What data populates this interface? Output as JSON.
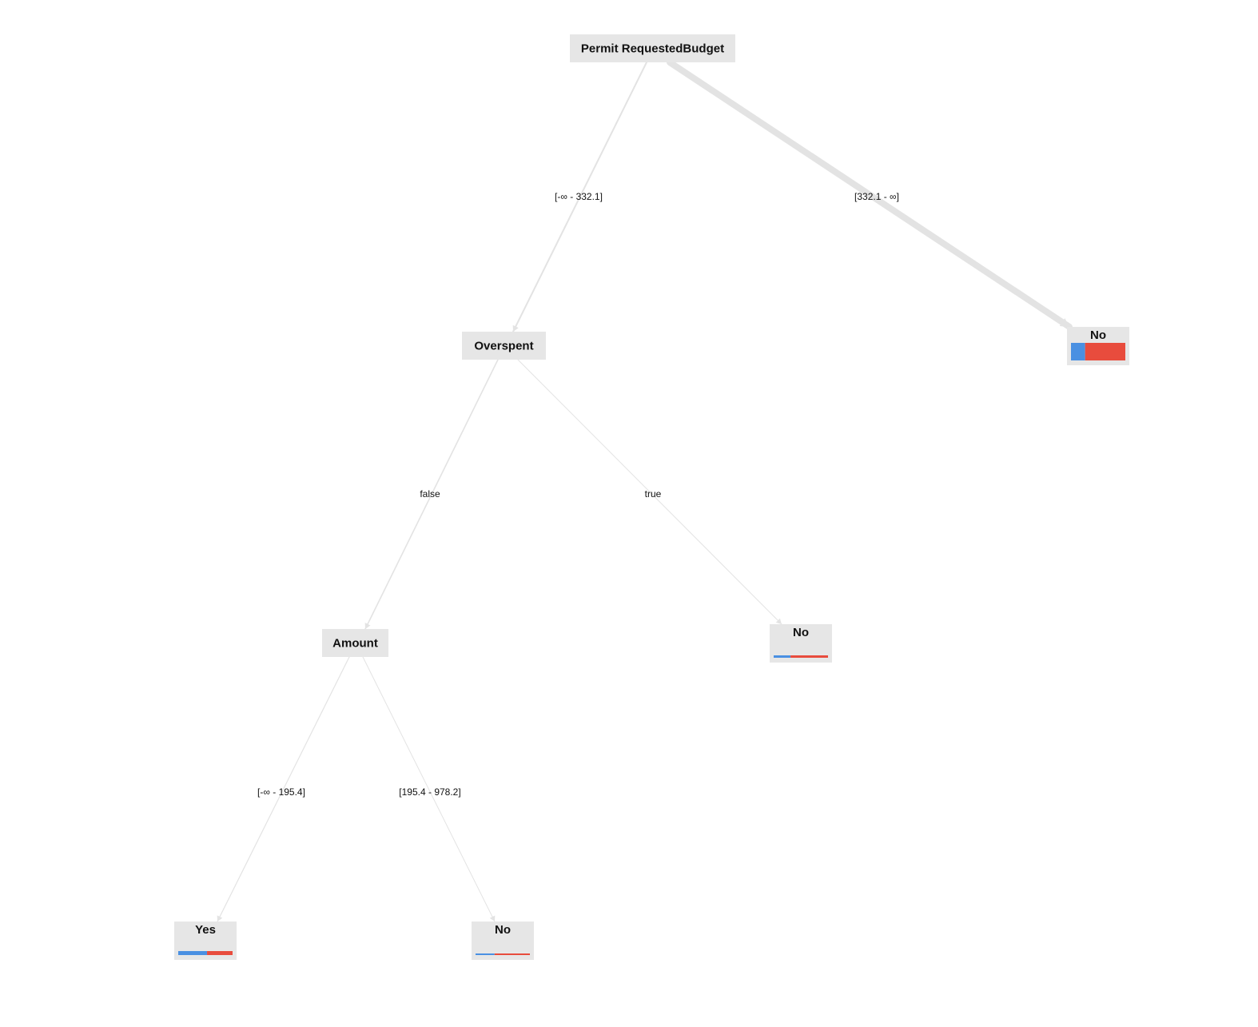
{
  "colors": {
    "node_fill": "#e6e6e6",
    "edge": "#e3e3e3",
    "class_yes": "#4a90e2",
    "class_no": "#e84c3d"
  },
  "nodes": [
    {
      "id": "root",
      "label": "Permit RequestedBudget",
      "kind": "split"
    },
    {
      "id": "overspent",
      "label": "Overspent",
      "kind": "split"
    },
    {
      "id": "leaf_right",
      "label": "No",
      "kind": "leaf",
      "yes_fraction": 0.26
    },
    {
      "id": "amount",
      "label": "Amount",
      "kind": "split"
    },
    {
      "id": "leaf_true",
      "label": "No",
      "kind": "leaf",
      "yes_fraction": 0.31
    },
    {
      "id": "leaf_yes",
      "label": "Yes",
      "kind": "leaf",
      "yes_fraction": 0.53
    },
    {
      "id": "leaf_no_bottom",
      "label": "No",
      "kind": "leaf",
      "yes_fraction": 0.35
    }
  ],
  "edges": [
    {
      "id": "e1",
      "from": "root",
      "to": "overspent",
      "label": "[-∞ - 332.1]",
      "weight": 2
    },
    {
      "id": "e2",
      "from": "root",
      "to": "leaf_right",
      "label": "[332.1 - ∞]",
      "weight": 8
    },
    {
      "id": "e3",
      "from": "overspent",
      "to": "amount",
      "label": "false",
      "weight": 1.6
    },
    {
      "id": "e4",
      "from": "overspent",
      "to": "leaf_true",
      "label": "true",
      "weight": 1
    },
    {
      "id": "e5",
      "from": "amount",
      "to": "leaf_yes",
      "label": "[-∞ - 195.4]",
      "weight": 1.2
    },
    {
      "id": "e6",
      "from": "amount",
      "to": "leaf_no_bottom",
      "label": "[195.4 - 978.2]",
      "weight": 1
    }
  ]
}
